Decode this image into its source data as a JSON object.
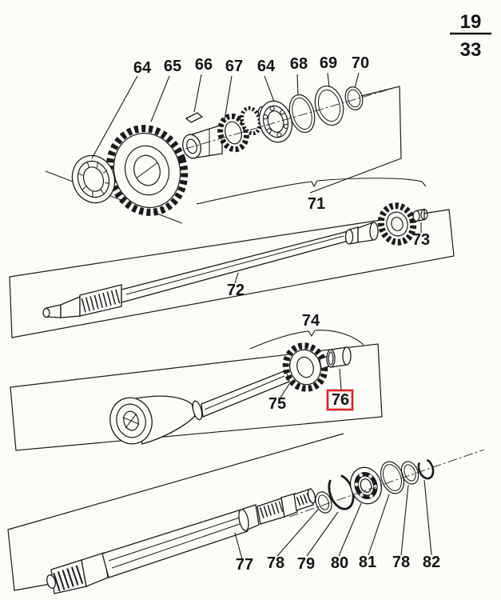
{
  "page_number": {
    "numerator": "19",
    "denominator": "33"
  },
  "colors": {
    "ink": "#1b1b1b",
    "paper": "#fbfbf8",
    "highlight_box": "#d5232a"
  },
  "highlight": {
    "boxed_part": "76"
  },
  "callouts": {
    "c64a": "64",
    "c65": "65",
    "c66": "66",
    "c67": "67",
    "c64b": "64",
    "c68": "68",
    "c69": "69",
    "c70": "70",
    "c71": "71",
    "c72": "72",
    "c73": "73",
    "c74": "74",
    "c75": "75",
    "c76": "76",
    "c77": "77",
    "c78a": "78",
    "c79": "79",
    "c80": "80",
    "c81": "81",
    "c78b": "78",
    "c82": "82"
  }
}
